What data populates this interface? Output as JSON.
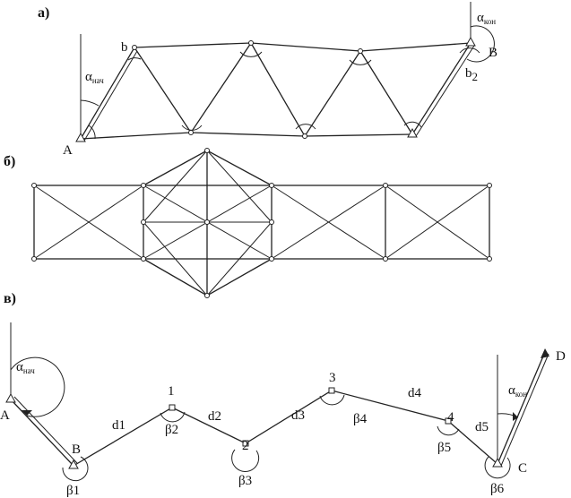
{
  "section_labels": {
    "a": "а)",
    "b": "б)",
    "v": "в)"
  },
  "part_a": {
    "point_A": "A",
    "point_B": "B",
    "point_b": "b",
    "point_b2": "b2",
    "alpha_start": "α",
    "alpha_start_sub": "нач",
    "alpha_end": "α",
    "alpha_end_sub": "кон"
  },
  "part_v": {
    "alpha_start": "α",
    "alpha_start_sub": "нач",
    "alpha_end": "α",
    "alpha_end_sub": "кон",
    "points": [
      "A",
      "B",
      "1",
      "2",
      "3",
      "4",
      "C",
      "D"
    ],
    "sides": [
      "d1",
      "d2",
      "d3",
      "d4",
      "d5"
    ],
    "angles": [
      "β1",
      "β2",
      "β3",
      "β4",
      "β5",
      "β6"
    ]
  }
}
